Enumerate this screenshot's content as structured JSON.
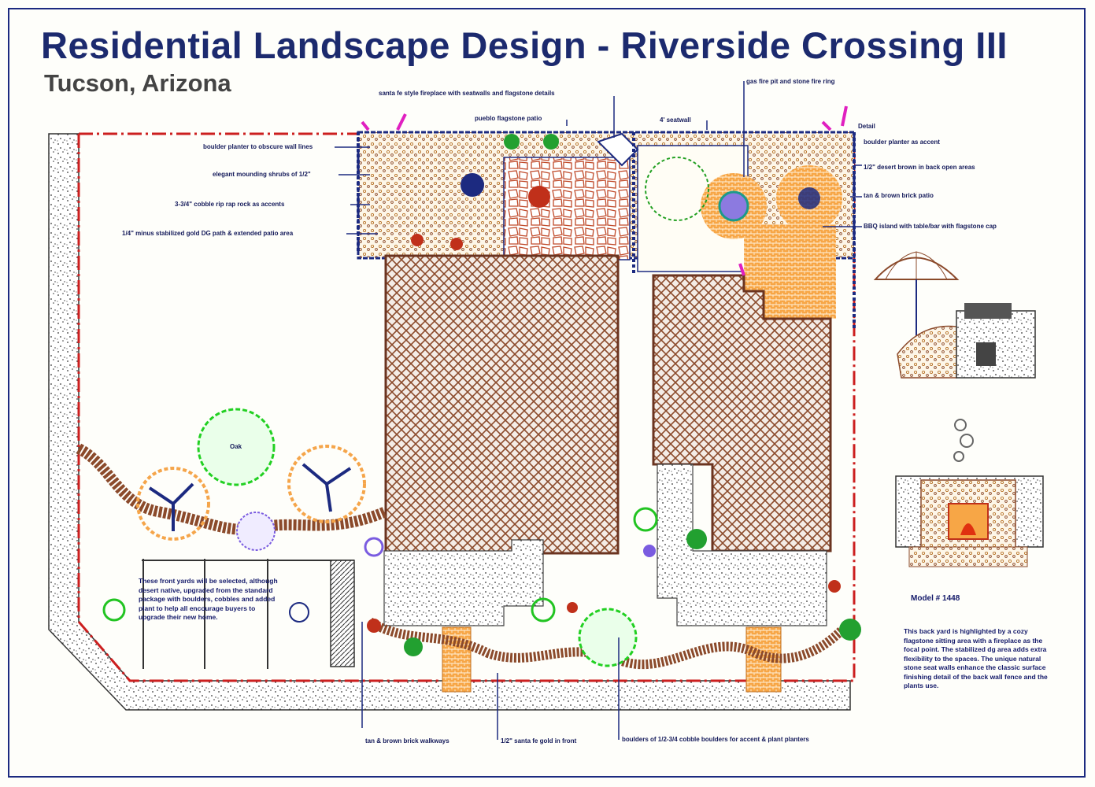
{
  "title": "Residential Landscape Design - Riverside Crossing III",
  "subtitle": "Tucson, Arizona",
  "callouts": {
    "fireplace": "santa fe style fireplace with seatwalls and flagstone details",
    "flagstone_patio": "pueblo flagstone patio",
    "seatwall": "4' seatwall",
    "fire_pit": "gas fire pit and stone fire ring",
    "boulder_planter_wall": "boulder planter to obscure wall lines",
    "mounding_shrubs": "elegant mounding shrubs of 1/2\"",
    "rip_rap": "3-3/4\" cobble rip rap rock as accents",
    "dg_path": "1/4\" minus stabilized gold DG path & extended patio area",
    "detail": "Detail",
    "boulder_planter_accent": "boulder planter as accent",
    "desert_brown": "1/2\" desert brown in back open areas",
    "brick_patio": "tan & brown brick patio",
    "bbq_island": "BBQ island with table/bar with flagstone cap",
    "walkways": "tan & brown brick walkways",
    "santa_fe_gold": "1/2\" santa fe gold in front",
    "boulders_accent": "boulders of 1/2-3/4 cobble boulders for accent & plant planters",
    "tree_label": "Oak"
  },
  "front_note": "These front yards will be selected, although desert native, upgraded from the standard package with boulders, cobbles and added plant to help all encourage buyers to upgrade their new home.",
  "model": "Model # 1448",
  "description": "This back yard is highlighted by a cozy flagstone sitting area with a fireplace as the focal point. The stabilized dg area adds extra flexibility to the spaces. The unique natural stone seat walls enhance the classic surface finishing detail of the back wall fence and the plants use.",
  "colors": {
    "title": "#1c2a6e",
    "outline": "#1c2a80",
    "property_line": "#cc1f1f",
    "roof_hatch": "#8b4a2b",
    "brick_patio": "#f5a54a",
    "plants_green": "#22c422",
    "accent_magenta": "#e020c0"
  }
}
